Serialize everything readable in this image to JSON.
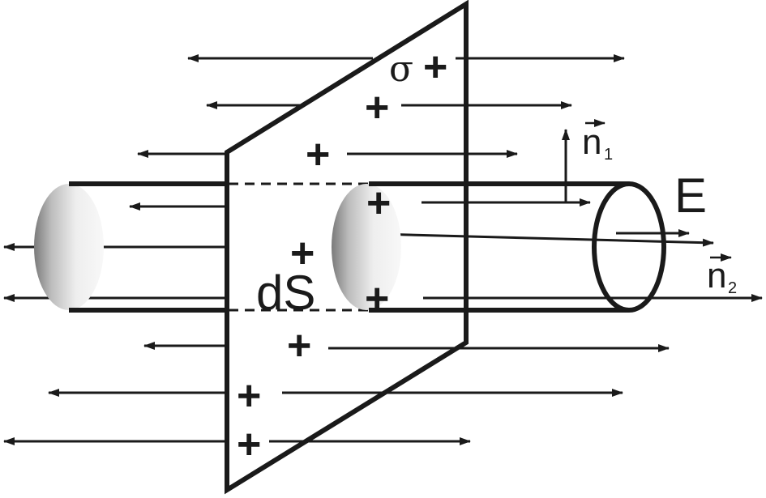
{
  "labels": {
    "sigma": "σ",
    "area": "dS",
    "field": "E",
    "normal_1_letter": "n",
    "normal_1_index": "1",
    "normal_2_letter": "n",
    "normal_2_index": "2"
  },
  "charges": {
    "sign": "+"
  },
  "colors": {
    "stroke": "#1a1a1a",
    "background": "#ffffff",
    "cap_light": "#f2f2f2",
    "cap_dark": "#8c8c8c"
  }
}
